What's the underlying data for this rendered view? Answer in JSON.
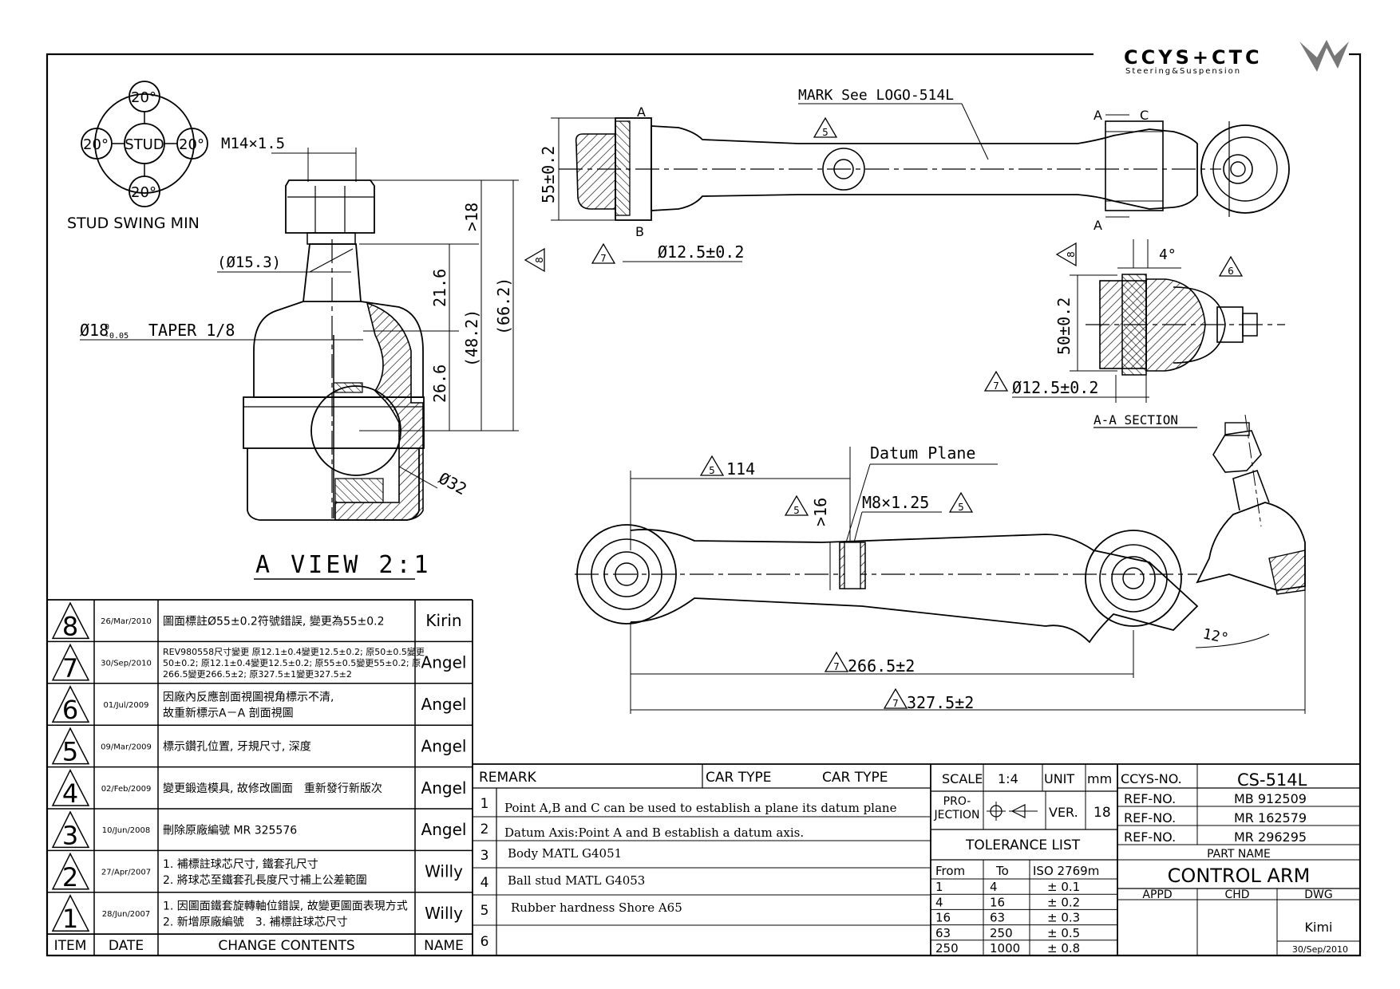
{
  "logo": {
    "brand": "CCYS+CTC",
    "tagline": "Steering&Suspension"
  },
  "stud_swing": {
    "center_label": "STUD",
    "angles": [
      "20°",
      "20°",
      "20°",
      "20°"
    ],
    "caption": "STUD SWING MIN"
  },
  "a_view": {
    "thread": "M14×1.5",
    "dia_15": "(Ø15.3)",
    "taper_main": "Ø18",
    "taper_tol_upper": "0",
    "taper_tol_lower": "-0.05",
    "taper_suffix": "TAPER 1/8",
    "dim_18": ">18",
    "dim_21_6": "21.6",
    "dim_26_6": "26.6",
    "dim_48_2": "(48.2)",
    "dim_66_2": "(66.2)",
    "dia_32": "Ø32",
    "title": "A VIEW 2:1"
  },
  "top_view": {
    "mark_note": "MARK See LOGO-514L",
    "dim_55": "55±0.2",
    "dim_12_5": "Ø12.5±0.2",
    "label_a1": "A",
    "label_b": "B",
    "label_a2": "A",
    "label_c": "C",
    "label_a3": "A",
    "rev_5": "5",
    "rev_7": "7",
    "rev_8": "8"
  },
  "section": {
    "dim_50": "50±0.2",
    "dim_12_5": "Ø12.5±0.2",
    "angle_4": "4°",
    "title": "A-A SECTION",
    "rev_a": "8",
    "rev_b": "6",
    "rev_c": "7"
  },
  "side_view": {
    "datum": "Datum Plane",
    "dim_114": "114",
    "dim_16": ">16",
    "thread": "M8×1.25",
    "dim_266": "266.5±2",
    "dim_327": "327.5±2",
    "angle_12": "12°",
    "rev_5": "5",
    "rev_7": "7"
  },
  "revisions": [
    {
      "no": "8",
      "date": "26/Mar/2010",
      "lines": [
        "圖面標註Ø55±0.2符號錯誤, 變更為55±0.2"
      ],
      "name": "Kirin"
    },
    {
      "no": "7",
      "date": "30/Sep/2010",
      "lines": [
        "REV980558尺寸變更 原12.1±0.4變更12.5±0.2; 原50±0.5變更",
        "50±0.2; 原12.1±0.4變更12.5±0.2; 原55±0.5變更55±0.2; 原",
        "266.5變更266.5±2; 原327.5±1變更327.5±2"
      ],
      "name": "Angel"
    },
    {
      "no": "6",
      "date": "01/Jul/2009",
      "lines": [
        "因廠內反應剖面視圖視角標示不清,",
        "故重新標示A－A 剖面視圖"
      ],
      "name": "Angel"
    },
    {
      "no": "5",
      "date": "09/Mar/2009",
      "lines": [
        "標示鑽孔位置, 牙規尺寸, 深度"
      ],
      "name": "Angel"
    },
    {
      "no": "4",
      "date": "02/Feb/2009",
      "lines": [
        "變更鍛造模具, 故修改圖面　重新發行新版次"
      ],
      "name": "Angel"
    },
    {
      "no": "3",
      "date": "10/Jun/2008",
      "lines": [
        "刪除原廠編號 MR 325576"
      ],
      "name": "Angel"
    },
    {
      "no": "2",
      "date": "27/Apr/2007",
      "lines": [
        "1. 補標註球芯尺寸, 鐵套孔尺寸",
        "2. 將球芯至鐵套孔長度尺寸補上公差範圍"
      ],
      "name": "Willy"
    },
    {
      "no": "1",
      "date": "28/Jun/2007",
      "lines": [
        "1. 因圖面鐵套旋轉軸位錯誤, 故變更圖面表現方式",
        "2. 新增原廠編號　3. 補標註球芯尺寸"
      ],
      "name": "Willy"
    }
  ],
  "rev_header": {
    "item": "ITEM",
    "date": "DATE",
    "change": "CHANGE CONTENTS",
    "name": "NAME"
  },
  "remarks": {
    "header": "REMARK",
    "car_type_1": "CAR TYPE",
    "car_type_2": "CAR TYPE",
    "rows": [
      {
        "no": "1",
        "text": "Point A,B and C can be used to establish a plane its datum plane"
      },
      {
        "no": "2",
        "text": "Datum Axis:Point A and B establish a datum axis."
      },
      {
        "no": "3",
        "text": "Body MATL G4051"
      },
      {
        "no": "4",
        "text": "Ball stud MATL G4053"
      },
      {
        "no": "5",
        "text": "Rubber hardness Shore A65"
      },
      {
        "no": "6",
        "text": ""
      }
    ]
  },
  "title_block": {
    "scale_label": "SCALE",
    "scale": "1:4",
    "unit_label": "UNIT",
    "unit": "mm",
    "projection_label": "PRO-JECTION",
    "ver_label": "VER.",
    "ver": "18",
    "tolerance_title": "TOLERANCE LIST",
    "tol_from": "From",
    "tol_to": "To",
    "tol_iso": "ISO 2769m",
    "tolerances": [
      {
        "from": "1",
        "to": "4",
        "tol": "± 0.1"
      },
      {
        "from": "4",
        "to": "16",
        "tol": "± 0.2"
      },
      {
        "from": "16",
        "to": "63",
        "tol": "± 0.3"
      },
      {
        "from": "63",
        "to": "250",
        "tol": "± 0.5"
      },
      {
        "from": "250",
        "to": "1000",
        "tol": "± 0.8"
      }
    ],
    "ccys_label": "CCYS-NO.",
    "ccys_no": "CS-514L",
    "refs": [
      {
        "label": "REF-NO.",
        "value": "MB 912509"
      },
      {
        "label": "REF-NO.",
        "value": "MR 162579"
      },
      {
        "label": "REF-NO.",
        "value": "MR 296295"
      }
    ],
    "part_name_label": "PART NAME",
    "part_name": "CONTROL ARM",
    "appd": "APPD",
    "chd": "CHD",
    "dwg": "DWG",
    "drawn_by": "Kimi",
    "drawn_date": "30/Sep/2010"
  }
}
